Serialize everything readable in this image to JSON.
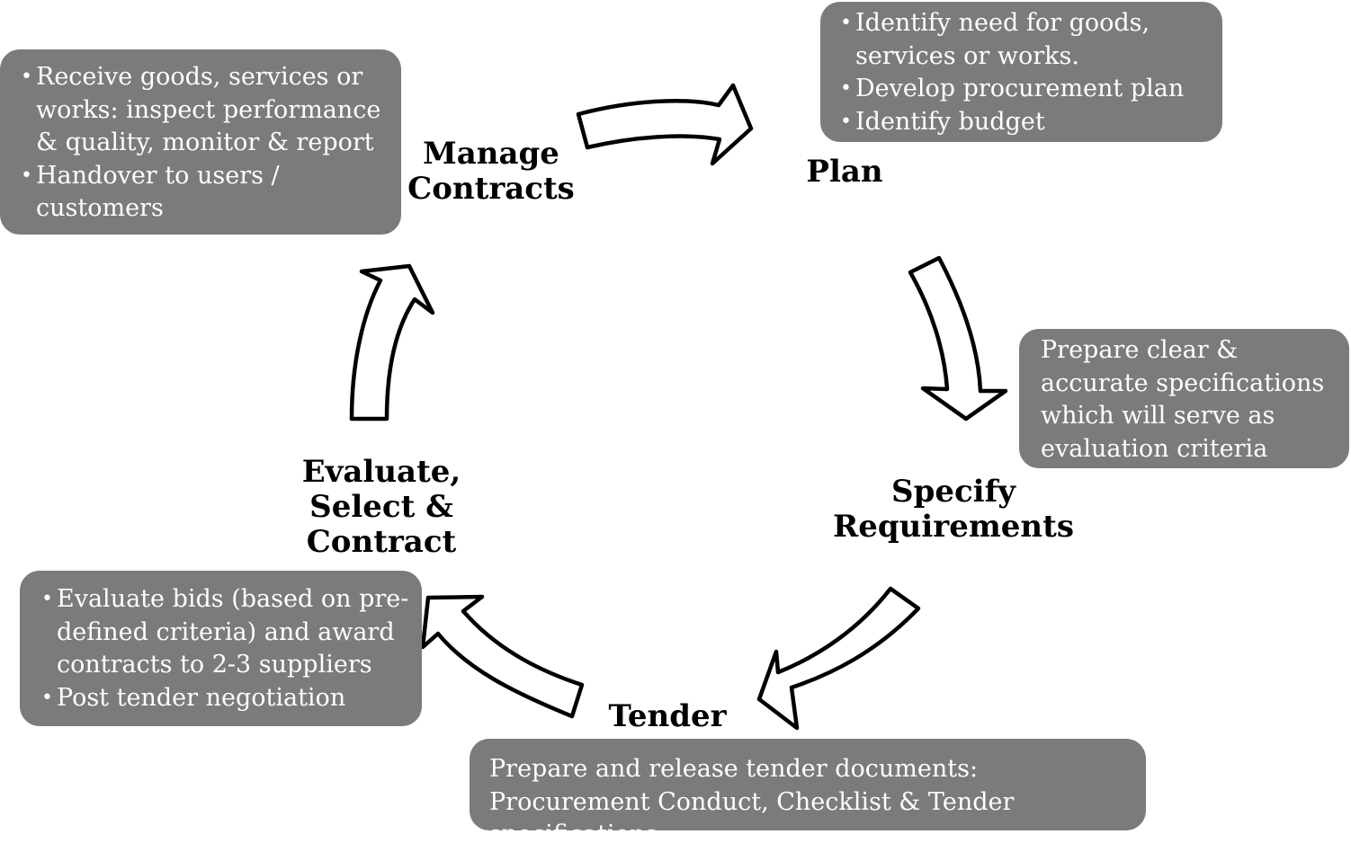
{
  "stages": {
    "plan": {
      "lines": [
        "Plan"
      ]
    },
    "specify": {
      "lines": [
        "Specify",
        "Requirements"
      ]
    },
    "tender": {
      "lines": [
        "Tender"
      ]
    },
    "evaluate": {
      "lines": [
        "Evaluate,",
        "Select &",
        "Contract"
      ]
    },
    "manage": {
      "lines": [
        "Manage",
        "Contracts"
      ]
    }
  },
  "boxes": {
    "plan": {
      "bullets": [
        "Identify need for goods, services or works.",
        "Develop procurement plan",
        "Identify budget"
      ]
    },
    "specify": {
      "text": "Prepare clear & accurate specifications which will serve as evaluation criteria"
    },
    "tender": {
      "text": "Prepare and release tender documents: Procurement Conduct, Checklist & Tender specifications"
    },
    "evaluate": {
      "bullets": [
        "Evaluate bids (based on pre-defined criteria) and award contracts to 2-3 suppliers",
        "Post tender negotiation"
      ]
    },
    "manage": {
      "bullets": [
        "Receive goods, services or works: inspect performance & quality, monitor & report",
        "Handover to users / customers"
      ]
    }
  },
  "colors": {
    "box_fill": "#7b7b7b",
    "box_text": "#ffffff",
    "label_text": "#000000",
    "arrow_fill": "#ffffff",
    "arrow_stroke": "#000000"
  }
}
